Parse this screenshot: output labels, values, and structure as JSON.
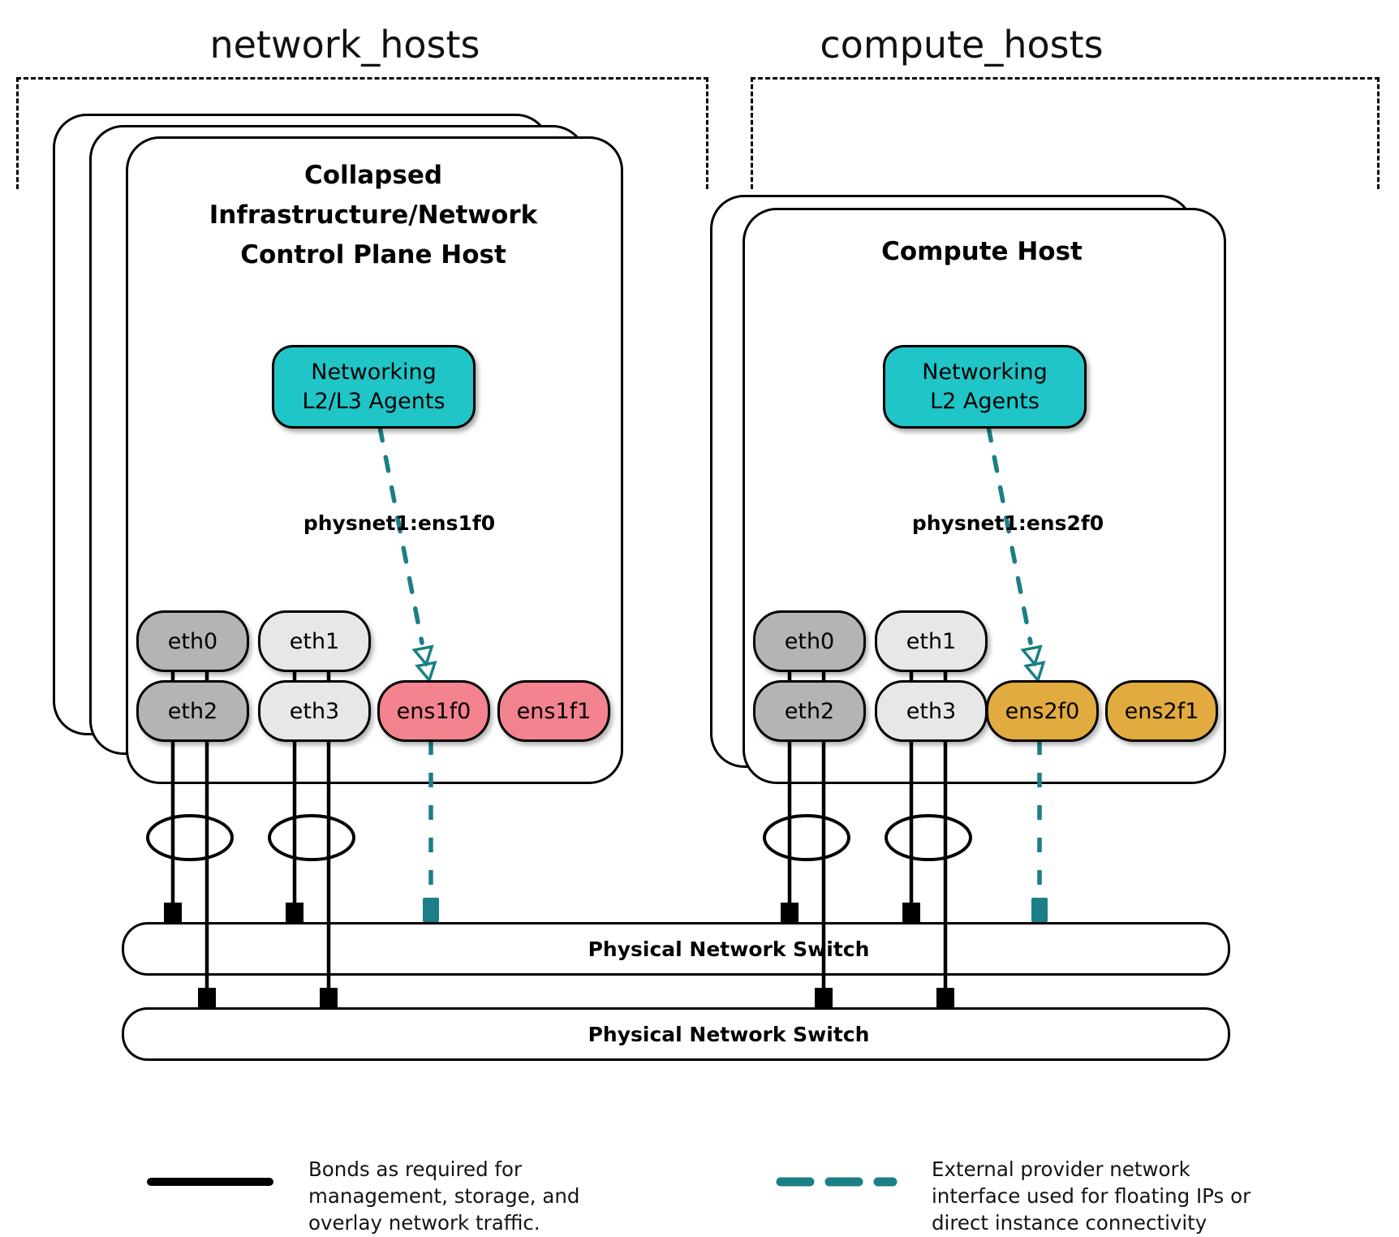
{
  "groups": {
    "network_hosts": {
      "label": "network_hosts"
    },
    "compute_hosts": {
      "label": "compute_hosts"
    }
  },
  "hosts": {
    "left": {
      "title_lines": [
        "Collapsed",
        "Infrastructure/Network",
        "Control Plane Host"
      ],
      "stacked_cards": 3,
      "agent": {
        "lines": [
          "Networking",
          "L2/L3 Agents"
        ]
      },
      "physnet": "physnet1:ens1f0",
      "nics": [
        {
          "label": "eth0"
        },
        {
          "label": "eth1"
        },
        {
          "label": "eth2"
        },
        {
          "label": "eth3"
        },
        {
          "label": "ens1f0"
        },
        {
          "label": "ens1f1"
        }
      ]
    },
    "right": {
      "title_lines": [
        "Compute Host"
      ],
      "stacked_cards": 2,
      "agent": {
        "lines": [
          "Networking",
          "L2 Agents"
        ]
      },
      "physnet": "physnet1:ens2f0",
      "nics": [
        {
          "label": "eth0"
        },
        {
          "label": "eth1"
        },
        {
          "label": "eth2"
        },
        {
          "label": "eth3"
        },
        {
          "label": "ens2f0"
        },
        {
          "label": "ens2f1"
        }
      ]
    }
  },
  "switches": [
    {
      "label": "Physical Network Switch"
    },
    {
      "label": "Physical Network Switch"
    }
  ],
  "legend": {
    "bond": {
      "text": "Bonds as required for management, storage, and overlay network traffic."
    },
    "external": {
      "text": "External provider network interface used for floating IPs or direct instance connectivity"
    }
  },
  "colors": {
    "agent_teal": "#20c5c8",
    "provider_dash_teal": "#1b7f85",
    "nic_pink": "#f2838f",
    "nic_gold": "#e2ab40",
    "nic_dark_gray": "#b4b4b4",
    "nic_light_gray": "#e7e7e7",
    "line_black": "#000000"
  }
}
